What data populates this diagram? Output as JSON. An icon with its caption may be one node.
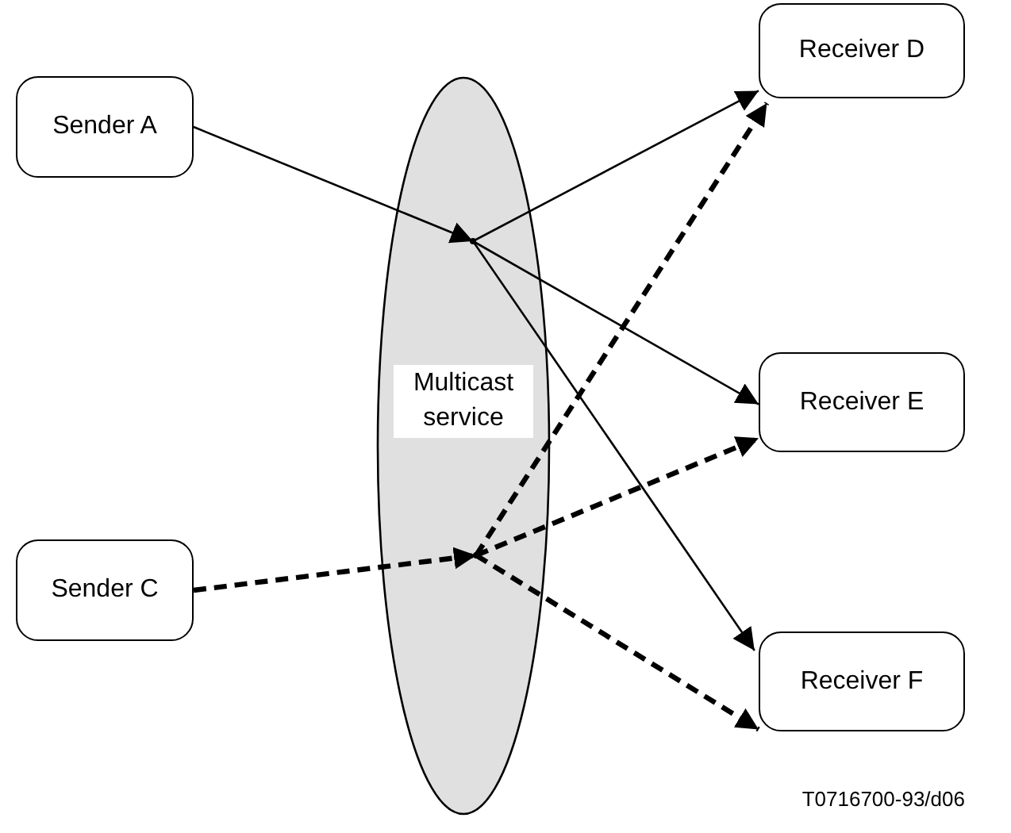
{
  "diagram": {
    "nodes": [
      {
        "text": [
          "Multicast service"
        ]
      },
      {
        "text": [
          "Sender A"
        ]
      },
      {
        "text": [
          "Sender C"
        ]
      },
      {
        "text": [
          "Receiver D"
        ]
      },
      {
        "text": [
          "Receiver E"
        ]
      },
      {
        "text": [
          "Receiver F"
        ]
      },
      {
        "text": [],
        "shape": "point",
        "in": 0
      },
      {
        "text": [],
        "shape": "point",
        "in": 0
      }
    ],
    "edges": [
      {
        "from": 1,
        "to": 6,
        "arrow": "to"
      },
      {
        "from": 6,
        "to": 3,
        "arrow": "to"
      },
      {
        "from": 6,
        "to": 4,
        "arrow": "to"
      },
      {
        "from": 6,
        "to": 5,
        "arrow": "to"
      },
      {
        "from": 2,
        "to": 7,
        "arrow": "to",
        "style": "dashed"
      },
      {
        "from": 7,
        "to": 3,
        "arrow": "to",
        "style": "dashed"
      },
      {
        "from": 7,
        "to": 4,
        "arrow": "to",
        "style": "dashed"
      },
      {
        "from": 7,
        "to": 5,
        "arrow": "to",
        "style": "dashed"
      }
    ],
    "labels": [
      "T0716700-93/d06"
    ]
  }
}
